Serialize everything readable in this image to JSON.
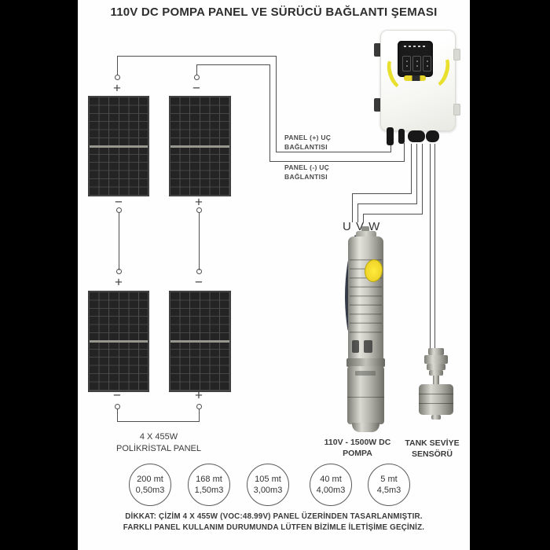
{
  "title": "110V DC POMPA PANEL VE SÜRÜCÜ BAĞLANTI ŞEMASI",
  "panels": [
    {
      "name": "top-left",
      "top_sign": "+",
      "bottom_sign": "−"
    },
    {
      "name": "top-right",
      "top_sign": "−",
      "bottom_sign": "+"
    },
    {
      "name": "bottom-left",
      "top_sign": "+",
      "bottom_sign": "−"
    },
    {
      "name": "bottom-right",
      "top_sign": "−",
      "bottom_sign": "+"
    }
  ],
  "labels": {
    "panel_plus": {
      "l1": "PANEL (+) UÇ",
      "l2": "BAĞLANTISI"
    },
    "panel_minus": {
      "l1": "PANEL (-) UÇ",
      "l2": "BAĞLANTISI"
    },
    "uvw": "U V W"
  },
  "captions": {
    "panels": {
      "l1": "4 X 455W",
      "l2": "POLİKRİSTAL PANEL"
    },
    "pump": {
      "l1": "110V - 1500W DC",
      "l2": "POMPA"
    },
    "sensor": {
      "l1": "TANK SEVİYE",
      "l2": "SENSÖRÜ"
    }
  },
  "spec_circles": [
    {
      "depth": "200 mt",
      "flow": "0,50m3"
    },
    {
      "depth": "168 mt",
      "flow": "1,50m3"
    },
    {
      "depth": "105 mt",
      "flow": "3,00m3"
    },
    {
      "depth": "40 mt",
      "flow": "4,00m3"
    },
    {
      "depth": "5 mt",
      "flow": "4,5m3"
    }
  ],
  "warning": {
    "l1": "DİKKAT: ÇİZİM 4 X 455W (VOC:48.99V) PANEL ÜZERİNDEN  TASARLANMIŞTIR.",
    "l2": "FARKLI PANEL KULLANIM DURUMUNDA LÜTFEN BİZİMLE İLETİŞİME GEÇİNİZ."
  },
  "colors": {
    "letterbox": "#000000",
    "background": "#fefefe",
    "wire": "#4f4f4f",
    "text": "#3a3a3a",
    "accent_yellow": "#e9df2d",
    "panel_dark": "#242424"
  }
}
